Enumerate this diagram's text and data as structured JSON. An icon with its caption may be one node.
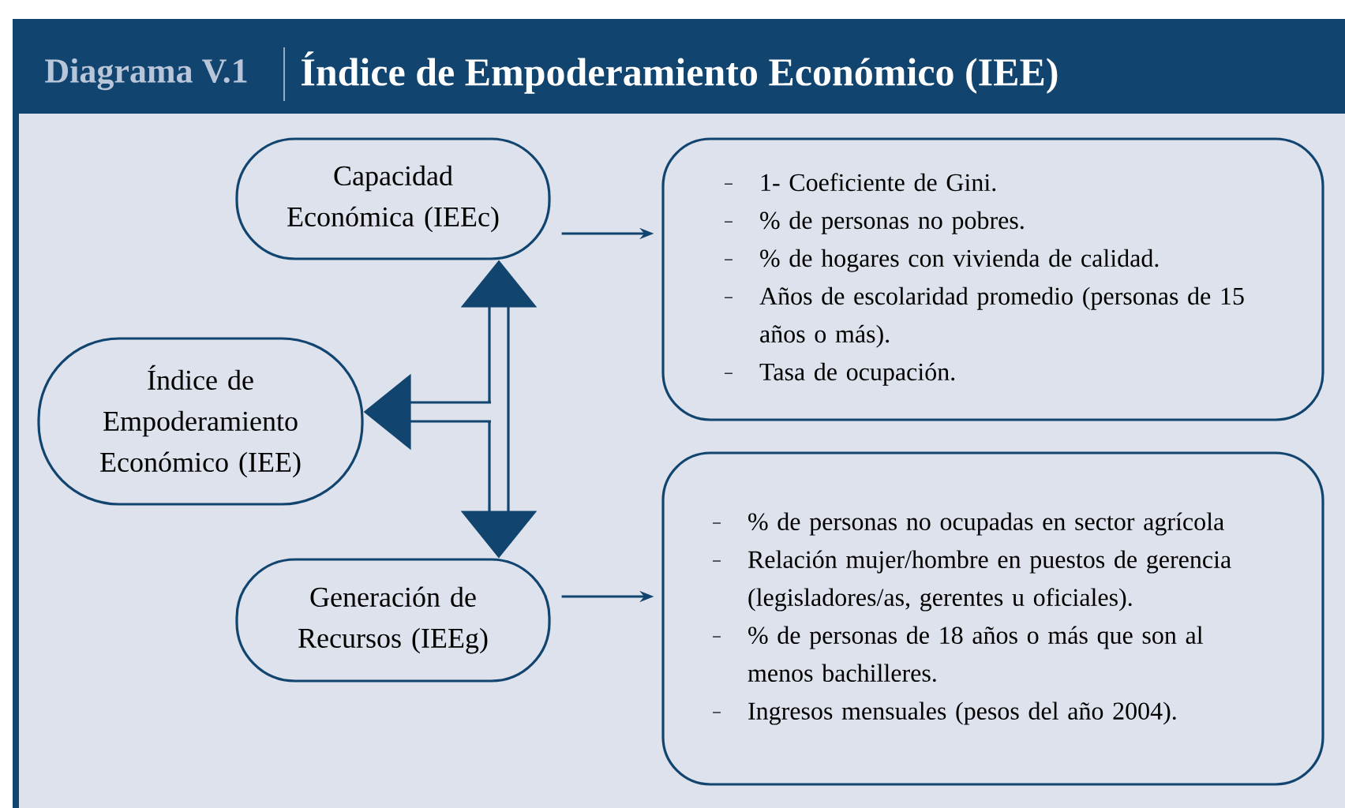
{
  "diagram": {
    "title": "Índice de Empoderamiento Económico (IEE)",
    "nodes": [
      {
        "text": [
          "Capacidad Económica (IEEc)"
        ]
      },
      {
        "text": [
          "1- Coeficiente de Gini.",
          "% de personas no pobres.",
          "% de hogares con vivienda de calidad.",
          "Años de escolaridad promedio (personas de 15 años o más).",
          "Tasa de ocupación."
        ]
      },
      {
        "text": [
          "Índice de Empoderamiento Económico (IEE)"
        ]
      },
      {
        "text": [
          "Generación de Recursos (IEEg)"
        ]
      },
      {
        "text": [
          "% de personas no ocupadas en sector agrícola",
          "Relación mujer/hombre en puestos de gerencia (legisladores/as, gerentes u oficiales).",
          "% de personas de 18 años o más que son al menos bachilleres.",
          "Ingresos mensuales (pesos del año 2004)."
        ]
      }
    ],
    "edges": [
      {
        "from": 0,
        "to": 1,
        "arrow": "to"
      },
      {
        "from": 3,
        "to": 4,
        "arrow": "to"
      },
      {
        "from": null,
        "to": 0,
        "arrow": "to"
      },
      {
        "from": null,
        "to": 2,
        "arrow": "to"
      },
      {
        "from": null,
        "to": 3,
        "arrow": "to"
      }
    ],
    "labels": [
      "Diagrama V.1"
    ]
  }
}
